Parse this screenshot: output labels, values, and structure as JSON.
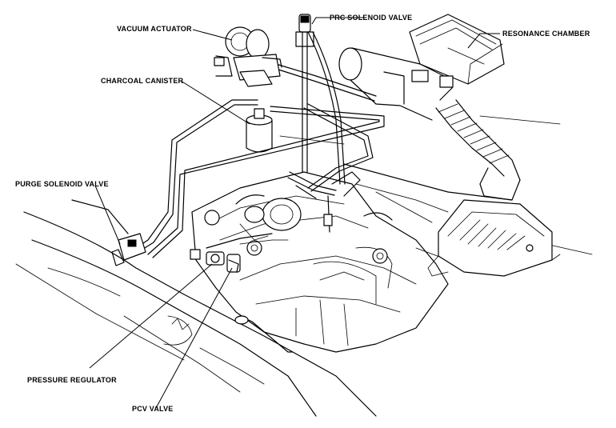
{
  "labels": {
    "vacuum_actuator": "VACUUM ACTUATOR",
    "prc_solenoid_valve": "PRC SOLENOID VALVE",
    "resonance_chamber": "RESONANCE CHAMBER",
    "charcoal_canister": "CHARCOAL CANISTER",
    "purge_solenoid_valve": "PURGE SOLENOID VALVE",
    "pressure_regulator": "PRESSURE REGULATOR",
    "pcv_valve": "PCV VALVE"
  }
}
